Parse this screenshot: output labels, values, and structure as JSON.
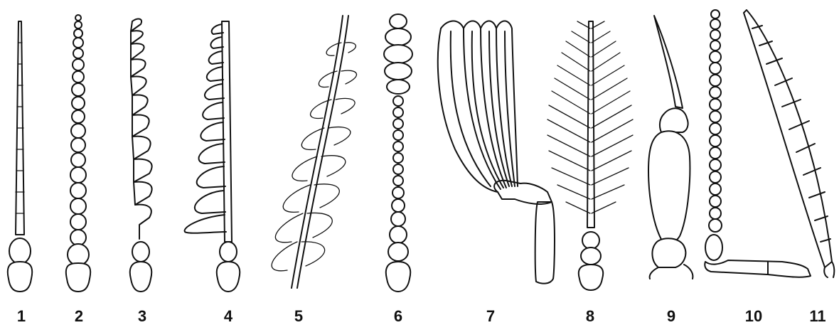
{
  "figure": {
    "labels": [
      "1",
      "2",
      "3",
      "4",
      "5",
      "6",
      "7",
      "8",
      "9",
      "10",
      "11"
    ]
  }
}
